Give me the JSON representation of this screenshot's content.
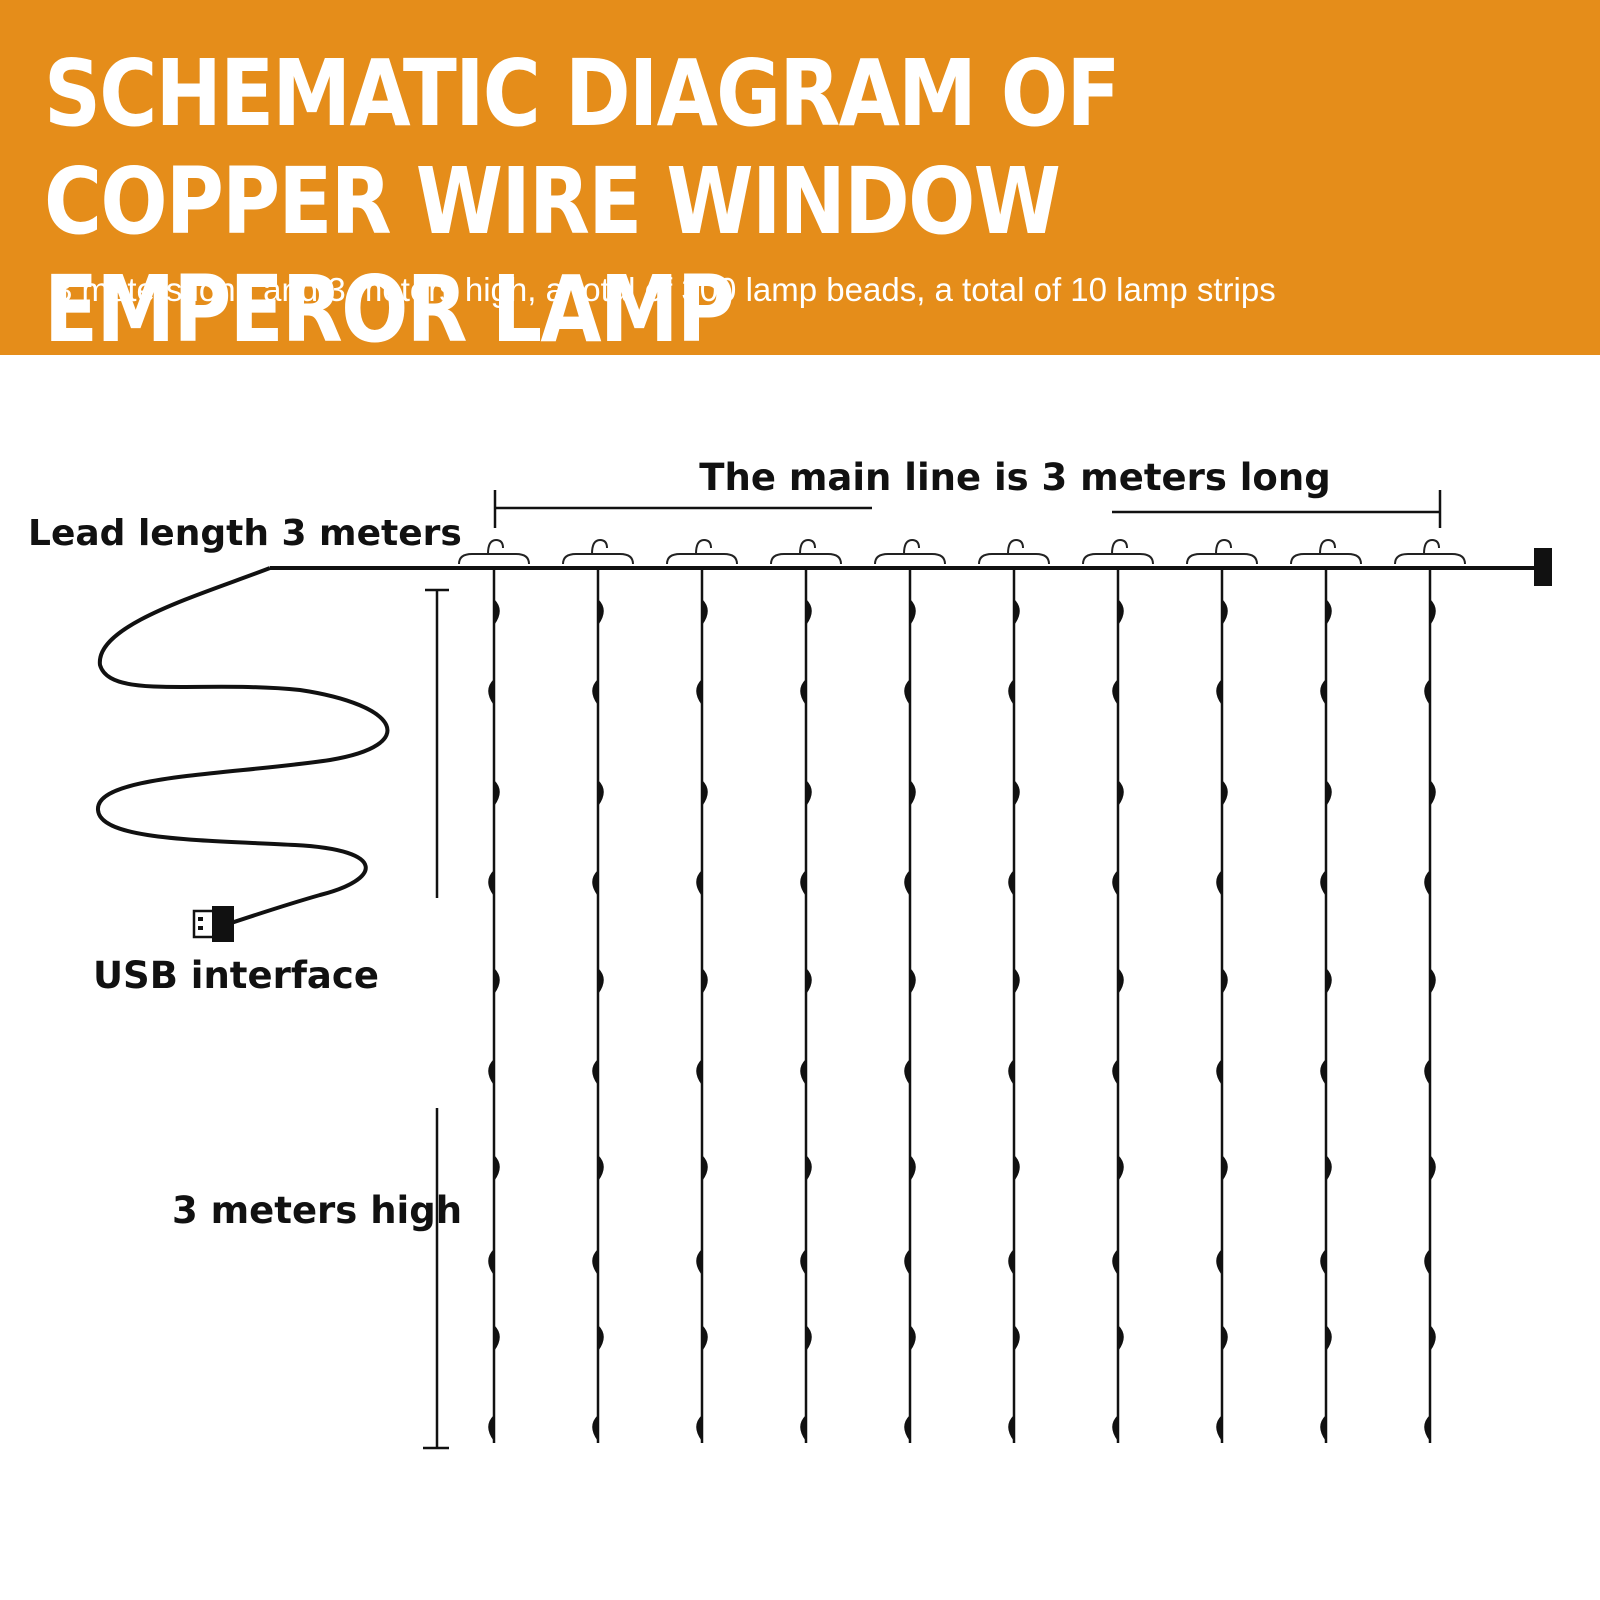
{
  "header": {
    "title": "SCHEMATIC DIAGRAM OF COPPER WIRE WINDOW EMPEROR LAMP",
    "subtitle": "3 meters long and 3 meters high, a total of 300 lamp beads, a total of 10 lamp strips"
  },
  "diagram": {
    "main_line_label": "The main line is 3 meters long",
    "lead_label": "Lead length 3 meters",
    "usb_label": "USB interface",
    "height_label": "3 meters high",
    "strip_count": 10,
    "beads_per_strip_drawn": 10
  },
  "colors": {
    "banner": "#e58d1a",
    "text_on_banner": "#ffffff",
    "line": "#111111"
  }
}
